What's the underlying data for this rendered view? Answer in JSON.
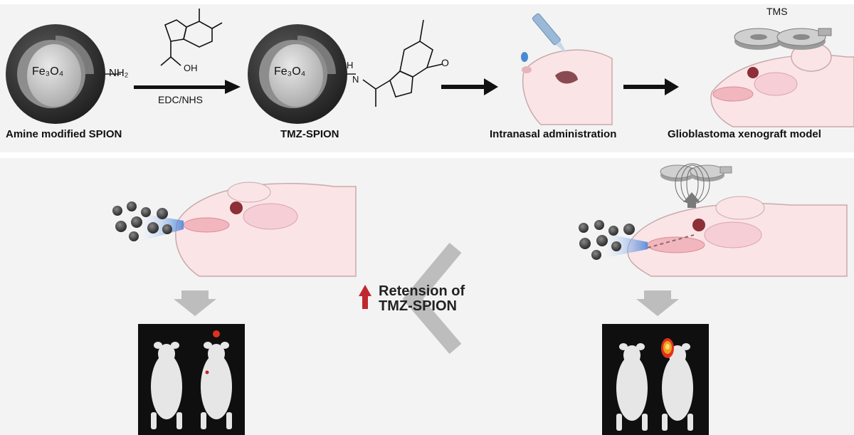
{
  "top": {
    "amine_label": "Amine modified SPION",
    "tmz_label": "TMZ-SPION",
    "intranasal_label": "Intranasal administration",
    "xenograft_label": "Glioblastoma xenograft model",
    "reagent_label": "EDC/NHS",
    "tms_label": "TMS",
    "core_label": "Fe₃O₄",
    "nh2_label": "NH₂",
    "oh_label": "OH",
    "h_label": "H",
    "n_label": "N",
    "o_label": "O"
  },
  "bottom": {
    "retension_line1": "Retension of",
    "retension_line2": "TMZ-SPION"
  },
  "colors": {
    "panel_bg": "#f3f3f3",
    "mouse_skin": "#fbe4e6",
    "tumor": "#8c2f36",
    "up_arrow": "#c0282d",
    "gray_arrow": "#bdbdbd",
    "fluorescence": "#f0a020"
  }
}
